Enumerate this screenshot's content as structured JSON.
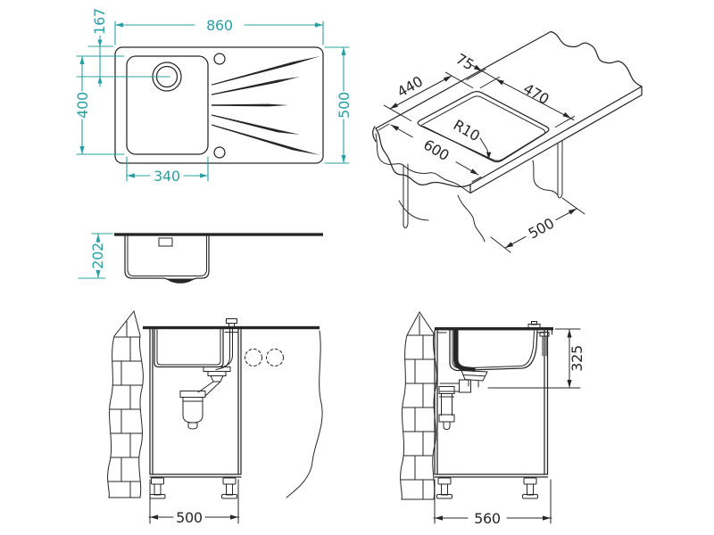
{
  "colors": {
    "dimension_accent": "#2aa0a4",
    "ink": "#262626",
    "background": "#ffffff"
  },
  "views": {
    "top": {
      "dims": {
        "overall_width": "860",
        "overall_depth": "500",
        "drain_center_from_top": "167",
        "bowl_depth": "400",
        "bowl_width": "340"
      }
    },
    "front": {
      "dims": {
        "bowl_height": "202"
      }
    },
    "isometric": {
      "dims": {
        "back_edge_to_cutout": "75",
        "cutout_length": "470",
        "cutout_width": "440",
        "worktop_depth": "600",
        "cutout_corner_radius": "R10",
        "cabinet_inner_width": "500"
      }
    },
    "section_front": {
      "dims": {
        "cabinet_width": "500"
      }
    },
    "section_side": {
      "dims": {
        "outlet_height": "325",
        "cabinet_depth": "560"
      }
    }
  }
}
